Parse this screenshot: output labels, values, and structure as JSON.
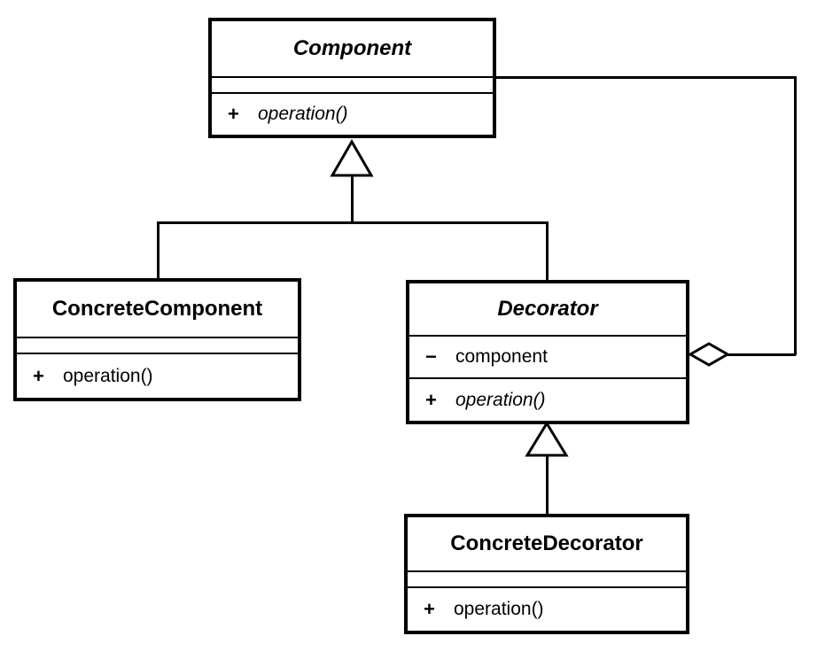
{
  "diagram": {
    "type": "uml-class-diagram",
    "pattern": "Decorator",
    "background_color": "#ffffff",
    "line_color": "#000000"
  },
  "classes": {
    "component": {
      "name": "Component",
      "abstract": true,
      "attributes": [],
      "operations": [
        {
          "visibility": "+",
          "label": "operation()",
          "abstract": true
        }
      ]
    },
    "concrete_component": {
      "name": "ConcreteComponent",
      "abstract": false,
      "attributes": [],
      "operations": [
        {
          "visibility": "+",
          "label": "operation()",
          "abstract": false
        }
      ]
    },
    "decorator": {
      "name": "Decorator",
      "abstract": true,
      "attributes": [
        {
          "visibility": "−",
          "label": "component",
          "abstract": false
        }
      ],
      "operations": [
        {
          "visibility": "+",
          "label": "operation()",
          "abstract": true
        }
      ]
    },
    "concrete_decorator": {
      "name": "ConcreteDecorator",
      "abstract": false,
      "attributes": [],
      "operations": [
        {
          "visibility": "+",
          "label": "operation()",
          "abstract": false
        }
      ]
    }
  },
  "relationships": [
    {
      "kind": "generalization",
      "from": "ConcreteComponent",
      "to": "Component",
      "head": "hollow-triangle"
    },
    {
      "kind": "generalization",
      "from": "Decorator",
      "to": "Component",
      "head": "hollow-triangle"
    },
    {
      "kind": "generalization",
      "from": "ConcreteDecorator",
      "to": "Decorator",
      "head": "hollow-triangle"
    },
    {
      "kind": "aggregation",
      "from": "Decorator",
      "to": "Component",
      "head": "hollow-diamond"
    }
  ]
}
